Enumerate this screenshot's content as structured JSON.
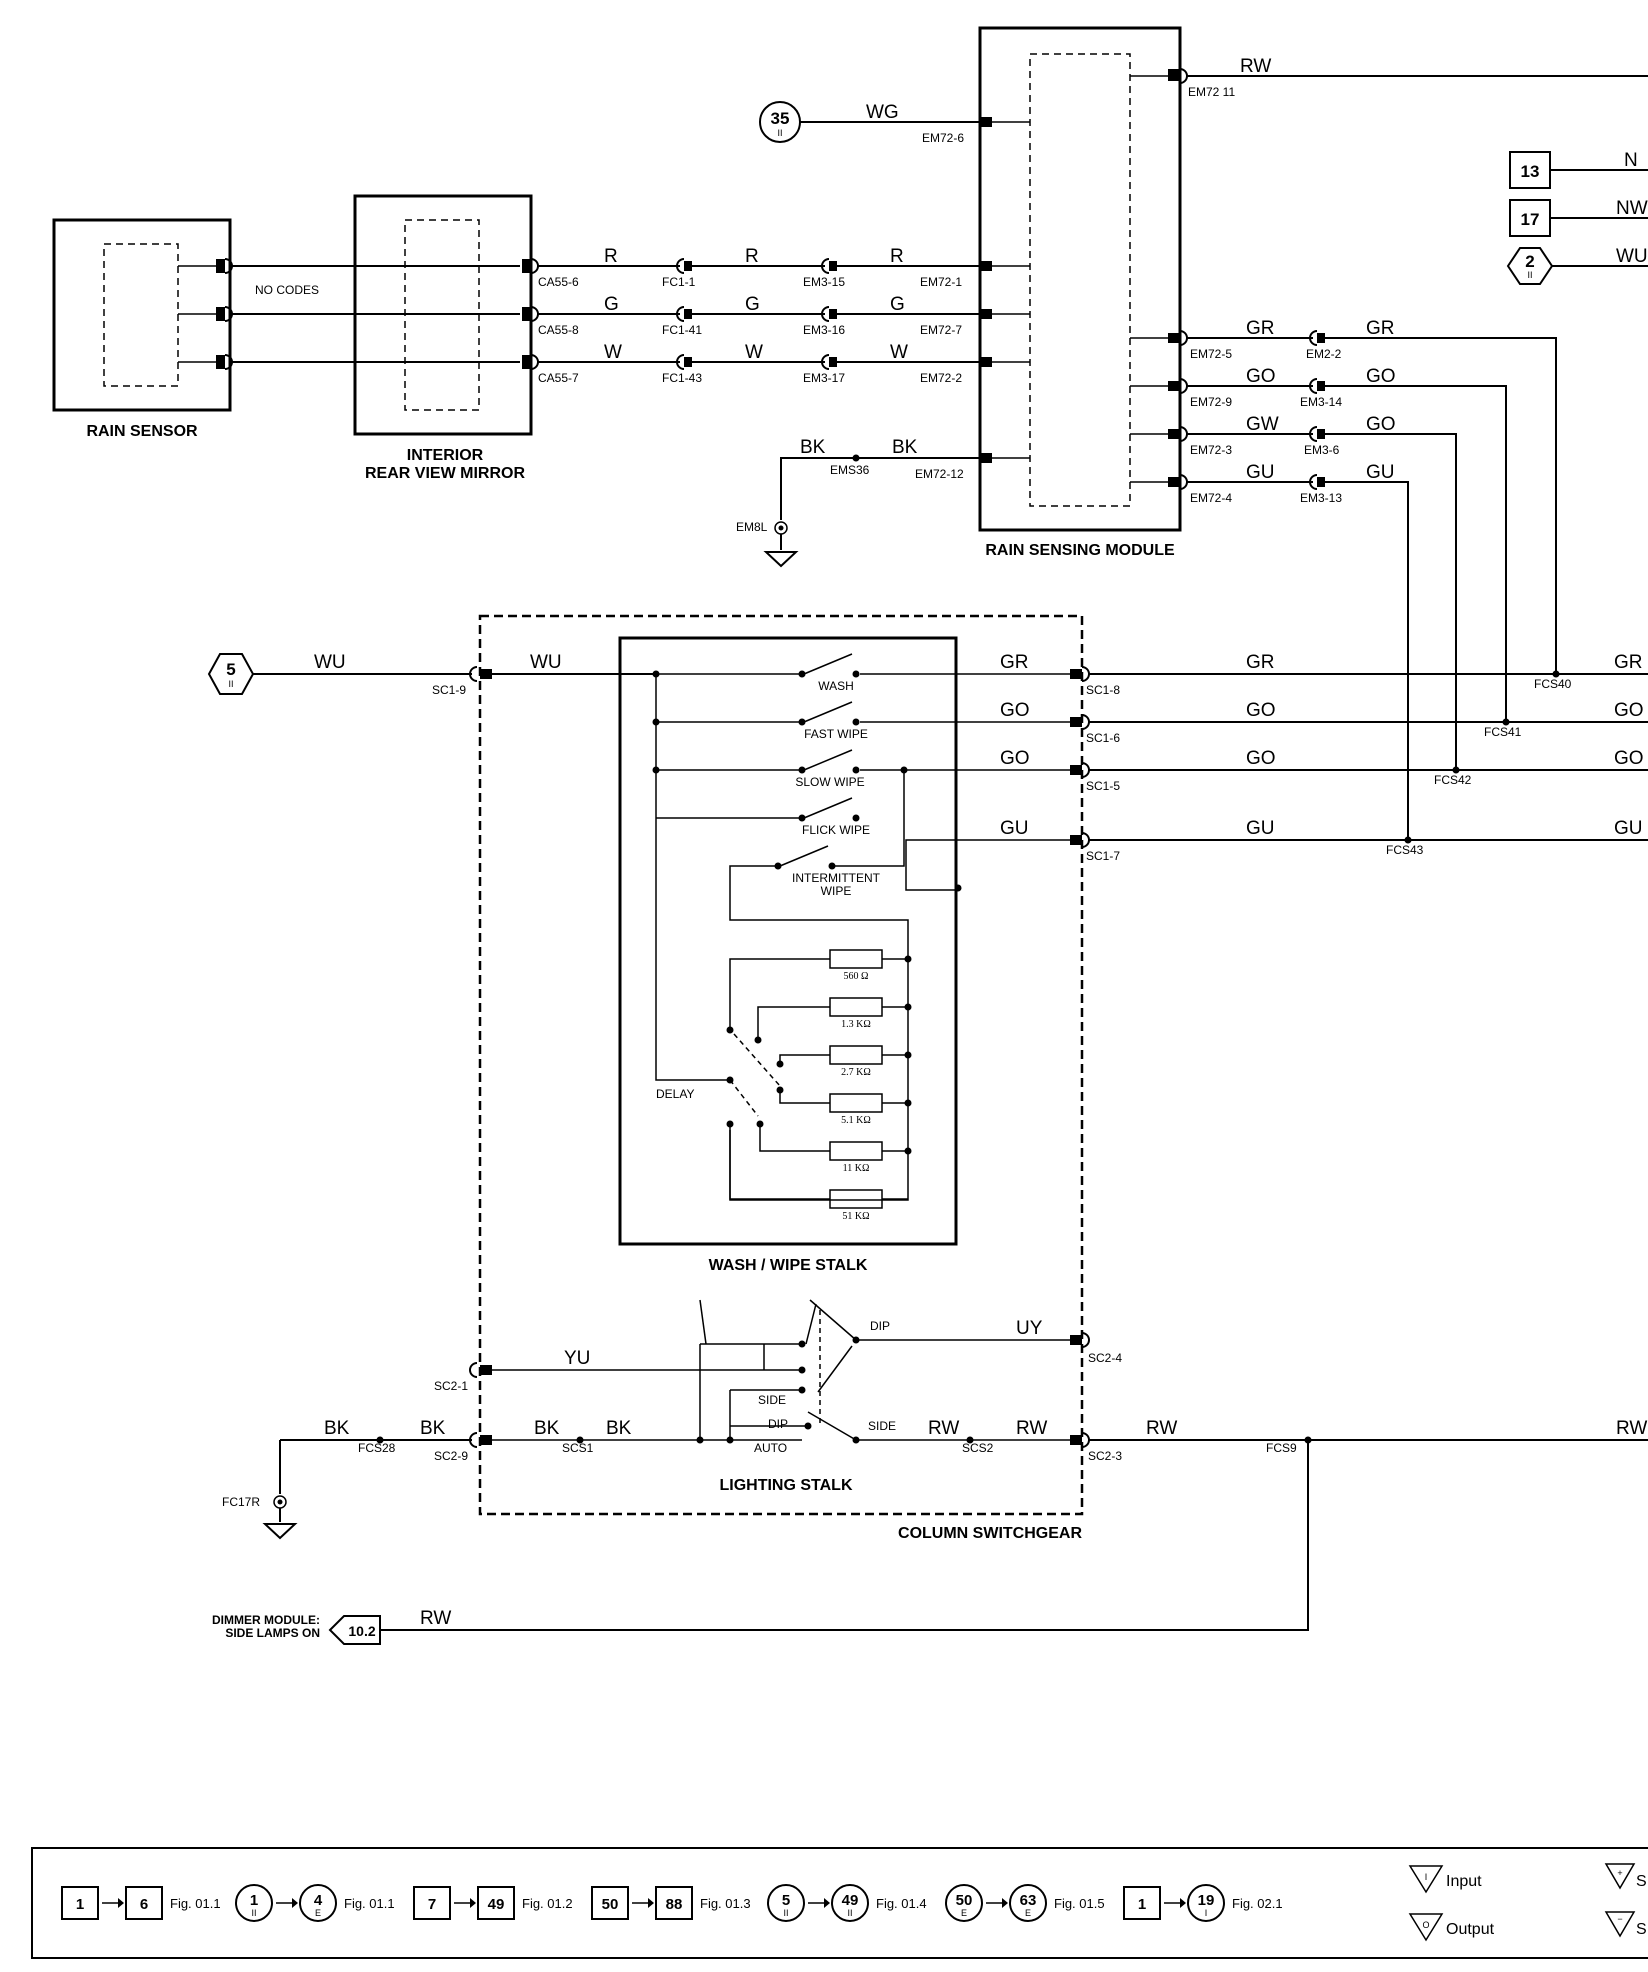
{
  "components": {
    "rain_sensor": "RAIN SENSOR",
    "mirror_line1": "INTERIOR",
    "mirror_line2": "REAR VIEW MIRROR",
    "rain_sensing_module": "RAIN SENSING MODULE",
    "wash_wipe_stalk": "WASH / WIPE STALK",
    "lighting_stalk": "LIGHTING STALK",
    "column_switchgear": "COLUMN SWITCHGEAR",
    "no_codes": "NO CODES",
    "dimmer_line1": "DIMMER MODULE:",
    "dimmer_line2": "SIDE LAMPS ON"
  },
  "wire_colors": {
    "rw": "RW",
    "wg": "WG",
    "r": "R",
    "g": "G",
    "w": "W",
    "bk": "BK",
    "gr": "GR",
    "go": "GO",
    "gw": "GW",
    "gu": "GU",
    "wu": "WU",
    "yu": "YU",
    "uy": "UY",
    "n": "N",
    "nw": "NW",
    "wu_cut": "WU"
  },
  "pins": {
    "ca55_6": "CA55-6",
    "ca55_8": "CA55-8",
    "ca55_7": "CA55-7",
    "fc1_1": "FC1-1",
    "fc1_41": "FC1-41",
    "fc1_43": "FC1-43",
    "em3_15": "EM3-15",
    "em3_16": "EM3-16",
    "em3_17": "EM3-17",
    "em72_1": "EM72-1",
    "em72_7": "EM72-7",
    "em72_2": "EM72-2",
    "em72_6": "EM72-6",
    "em72_11": "EM72 11",
    "em72_12": "EM72-12",
    "ems36": "EMS36",
    "em8l": "EM8L",
    "em72_5": "EM72-5",
    "em72_9": "EM72-9",
    "em72_3": "EM72-3",
    "em72_4": "EM72-4",
    "em2_2": "EM2-2",
    "em3_14": "EM3-14",
    "em3_6": "EM3-6",
    "em3_13": "EM3-13",
    "sc1_9": "SC1-9",
    "sc1_8": "SC1-8",
    "sc1_6": "SC1-6",
    "sc1_5": "SC1-5",
    "sc1_7": "SC1-7",
    "fcs40": "FCS40",
    "fcs41": "FCS41",
    "fcs42": "FCS42",
    "fcs43": "FCS43",
    "sc2_1": "SC2-1",
    "sc2_9": "SC2-9",
    "sc2_4": "SC2-4",
    "sc2_3": "SC2-3",
    "fcs28": "FCS28",
    "scs1": "SCS1",
    "scs2": "SCS2",
    "fcs9": "FCS9",
    "fc17r": "FC17R"
  },
  "switches": {
    "wash": "WASH",
    "fast": "FAST WIPE",
    "slow": "SLOW WIPE",
    "flick": "FLICK WIPE",
    "intermittent1": "INTERMITTENT",
    "intermittent2": "WIPE",
    "delay": "DELAY",
    "dip": "DIP",
    "side": "SIDE",
    "side2": "SIDE",
    "dip2": "DIP",
    "auto": "AUTO"
  },
  "resistors": [
    "560 Ω",
    "1.3 KΩ",
    "2.7 KΩ",
    "5.1 KΩ",
    "11 KΩ",
    "51 KΩ"
  ],
  "refs": {
    "ref35": "35",
    "ref35_sub": "II",
    "ref5": "5",
    "ref5_sub": "II",
    "ref13": "13",
    "ref17": "17",
    "ref2": "2",
    "ref2_sub": "II",
    "ref10_2": "10.2"
  },
  "legend": {
    "items": [
      {
        "a": "1",
        "b": "6",
        "fig": "Fig. 01.1"
      },
      {
        "a": "1",
        "a_sub": "II",
        "b": "4",
        "b_sub": "E",
        "fig": "Fig. 01.1"
      },
      {
        "a": "7",
        "b": "49",
        "fig": "Fig. 01.2"
      },
      {
        "a": "50",
        "b": "88",
        "fig": "Fig. 01.3"
      },
      {
        "a": "5",
        "a_sub": "II",
        "b": "49",
        "b_sub": "II",
        "fig": "Fig. 01.4"
      },
      {
        "a": "50",
        "a_sub": "E",
        "b": "63",
        "b_sub": "E",
        "fig": "Fig. 01.5"
      },
      {
        "a": "1",
        "b": "19",
        "b_sub": "I",
        "fig": "Fig. 02.1"
      }
    ],
    "input": "Input",
    "output": "Output",
    "cut1": "S",
    "cut2": "S"
  }
}
